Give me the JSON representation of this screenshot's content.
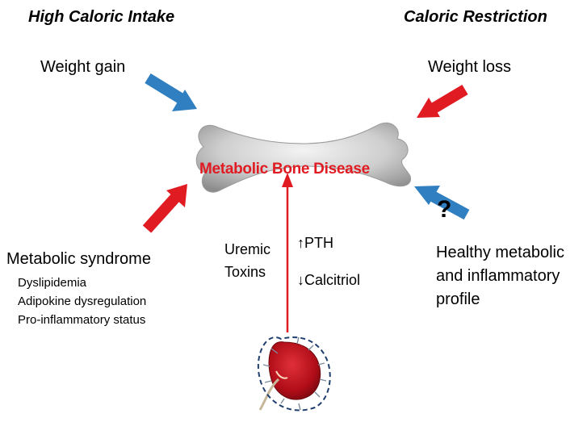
{
  "headings": {
    "left": "High Caloric Intake",
    "right": "Caloric Restriction"
  },
  "labels": {
    "weight_gain": "Weight gain",
    "weight_loss": "Weight loss",
    "center": "Metabolic Bone Disease",
    "uremic_line1": "Uremic",
    "uremic_line2": "Toxins",
    "pth": "PTH",
    "calcitriol": "Calcitriol",
    "question": "?"
  },
  "metabolic_syndrome": {
    "title": "Metabolic syndrome",
    "items": [
      "Dyslipidemia",
      "Adipokine dysregulation",
      "Pro-inflammatory status"
    ]
  },
  "healthy_profile": {
    "lines": [
      "Healthy metabolic",
      "and inflammatory",
      "profile"
    ]
  },
  "colors": {
    "blue_arrow": "#2f7fc1",
    "red_arrow": "#e01b22",
    "bone": "#c9c9c9",
    "kidney": "#c0101a",
    "center_text": "#e01b22"
  },
  "icons": {
    "bone": "bone-icon",
    "kidney": "kidney-icon",
    "pth_arrow": "up-arrow-icon",
    "calcitriol_arrow": "down-arrow-icon"
  }
}
